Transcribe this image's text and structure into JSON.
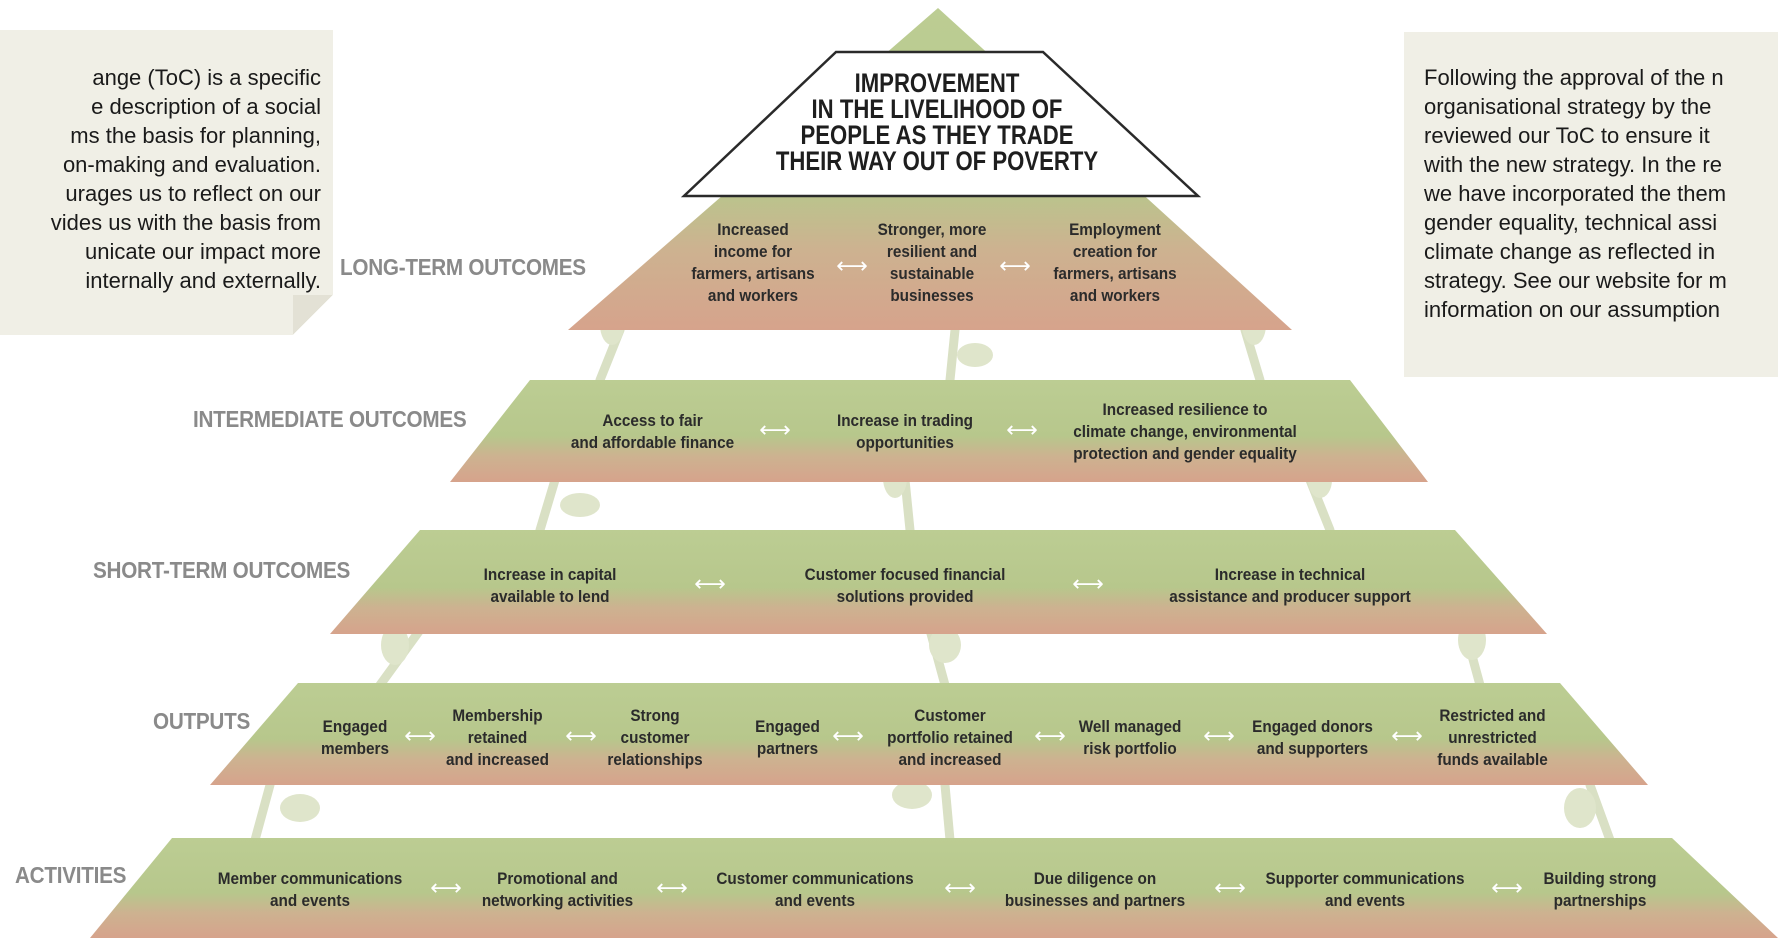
{
  "left_note": {
    "lines": [
      "ange (ToC) is a specific",
      "e description of a social",
      "ms the basis for planning,",
      "on-making and evaluation.",
      "urages us to reflect on our",
      "vides us with the basis from",
      "unicate our impact more",
      "internally and externally."
    ]
  },
  "right_note": {
    "lines": [
      "Following the approval of the n",
      "organisational strategy by the",
      "reviewed our ToC to ensure it",
      "with the new strategy. In the re",
      "we have incorporated the them",
      "gender equality, technical assi",
      "climate change as reflected in",
      "strategy. See our website for m",
      "information on our assumption"
    ]
  },
  "apex": {
    "lines": [
      "IMPROVEMENT",
      "IN THE LIVELIHOOD OF",
      "PEOPLE AS THEY TRADE",
      "THEIR WAY OUT OF POVERTY"
    ]
  },
  "arrow_symbol": "⟷",
  "colors": {
    "tier_top": "#b7c98e",
    "tier_bottom": "#d3a48d",
    "label": "#8a8a8a",
    "note_bg": "#f0efe6",
    "branch": "#d8dfc2"
  },
  "levels": {
    "long_term": {
      "label": "LONG-TERM OUTCOMES",
      "items": [
        "Increased\nincome for\nfarmers, artisans\nand workers",
        "Stronger, more\nresilient and\nsustainable\nbusinesses",
        "Employment\ncreation for\nfarmers, artisans\nand workers"
      ]
    },
    "intermediate": {
      "label": "INTERMEDIATE OUTCOMES",
      "items": [
        "Access to fair\nand affordable finance",
        "Increase in trading\nopportunities",
        "Increased resilience to\nclimate change, environmental\nprotection and gender equality"
      ]
    },
    "short_term": {
      "label": "SHORT-TERM OUTCOMES",
      "items": [
        "Increase in capital\navailable to lend",
        "Customer focused financial\nsolutions provided",
        "Increase in technical\nassistance and producer support"
      ]
    },
    "outputs": {
      "label": "OUTPUTS",
      "items": [
        "Engaged\nmembers",
        "Membership\nretained\nand increased",
        "Strong\ncustomer\nrelationships",
        "Engaged\npartners",
        "Customer\nportfolio retained\nand increased",
        "Well managed\nrisk portfolio",
        "Engaged donors\nand supporters",
        "Restricted and\nunrestricted\nfunds available"
      ]
    },
    "activities": {
      "label": "ACTIVITIES",
      "items": [
        "Member communications\nand events",
        "Promotional and\nnetworking activities",
        "Customer communications\nand events",
        "Due diligence on\nbusinesses and partners",
        "Supporter communications\nand events",
        "Building strong\npartnerships"
      ]
    }
  }
}
